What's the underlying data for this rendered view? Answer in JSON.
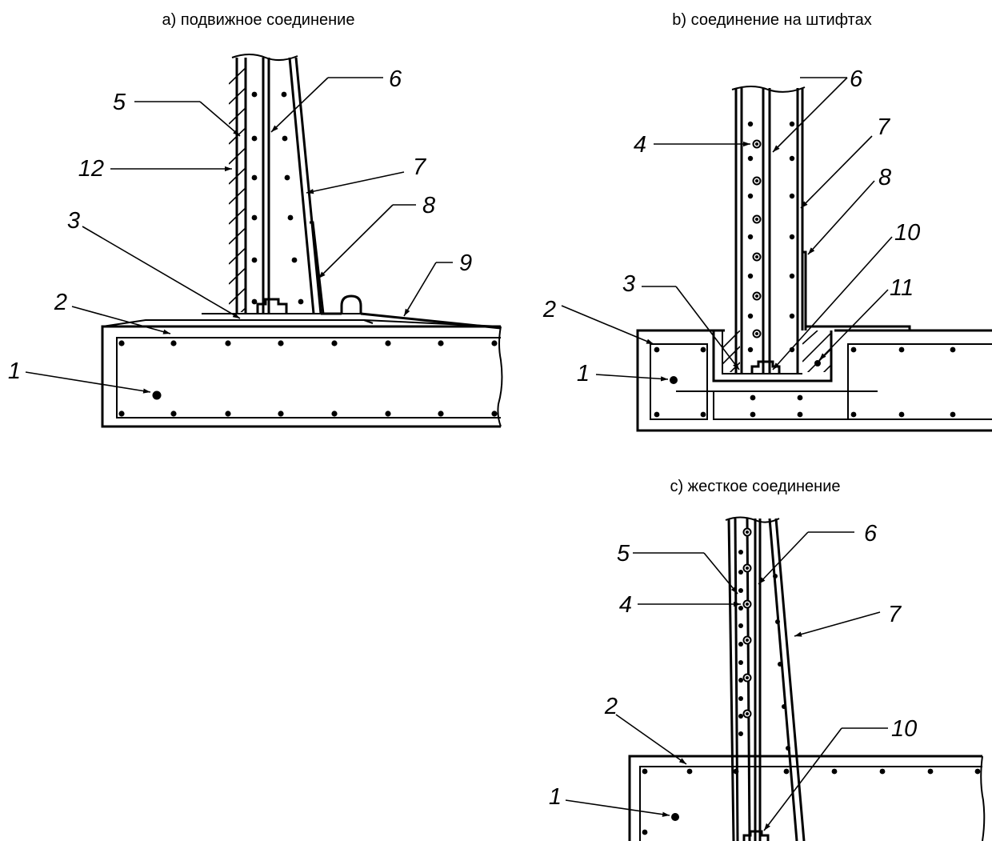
{
  "panels": [
    {
      "id": "a",
      "caption": "a) подвижное соединение",
      "callouts": [
        {
          "id": "a-1",
          "label": "1"
        },
        {
          "id": "a-2",
          "label": "2"
        },
        {
          "id": "a-3",
          "label": "3"
        },
        {
          "id": "a-5",
          "label": "5"
        },
        {
          "id": "a-6",
          "label": "6"
        },
        {
          "id": "a-7",
          "label": "7"
        },
        {
          "id": "a-8",
          "label": "8"
        },
        {
          "id": "a-9",
          "label": "9"
        },
        {
          "id": "a-12",
          "label": "12"
        }
      ]
    },
    {
      "id": "b",
      "caption": "b) соединение на штифтах",
      "callouts": [
        {
          "id": "b-1",
          "label": "1"
        },
        {
          "id": "b-2",
          "label": "2"
        },
        {
          "id": "b-3",
          "label": "3"
        },
        {
          "id": "b-4",
          "label": "4"
        },
        {
          "id": "b-6",
          "label": "6"
        },
        {
          "id": "b-7",
          "label": "7"
        },
        {
          "id": "b-8",
          "label": "8"
        },
        {
          "id": "b-10",
          "label": "10"
        },
        {
          "id": "b-11",
          "label": "11"
        }
      ]
    },
    {
      "id": "c",
      "caption": "c) жесткое соединение",
      "callouts": [
        {
          "id": "c-1",
          "label": "1"
        },
        {
          "id": "c-2",
          "label": "2"
        },
        {
          "id": "c-4",
          "label": "4"
        },
        {
          "id": "c-5",
          "label": "5"
        },
        {
          "id": "c-6",
          "label": "6"
        },
        {
          "id": "c-7",
          "label": "7"
        },
        {
          "id": "c-10",
          "label": "10"
        }
      ]
    }
  ]
}
